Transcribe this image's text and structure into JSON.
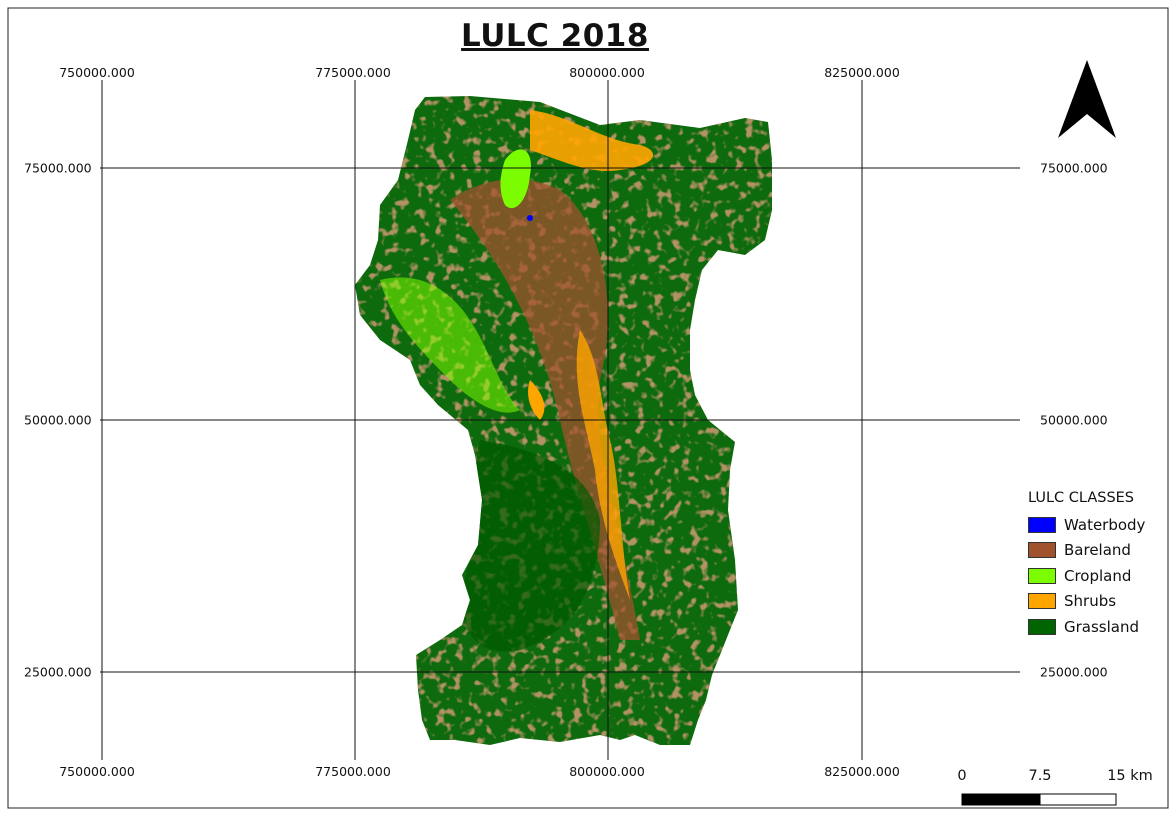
{
  "map": {
    "title": "LULC 2018",
    "x_ticks": [
      "750000.000",
      "775000.000",
      "800000.000",
      "825000.000"
    ],
    "y_ticks": [
      "75000.000",
      "50000.000",
      "25000.000"
    ],
    "north_arrow": "north-arrow-icon",
    "legend": {
      "title": "LULC CLASSES",
      "items": [
        {
          "label": "Waterbody",
          "color": "#0000ff"
        },
        {
          "label": "Bareland",
          "color": "#a0522d"
        },
        {
          "label": "Cropland",
          "color": "#7cfc00"
        },
        {
          "label": "Shrubs",
          "color": "#ffa500"
        },
        {
          "label": "Grassland",
          "color": "#006400"
        }
      ]
    },
    "scale_bar": {
      "labels": [
        "0",
        "7.5",
        "15 km"
      ]
    },
    "colors": {
      "grassland": "#006400",
      "bareland": "#a0522d",
      "cropland": "#7cfc00",
      "shrubs": "#ffa500",
      "waterbody": "#0000ff"
    }
  }
}
